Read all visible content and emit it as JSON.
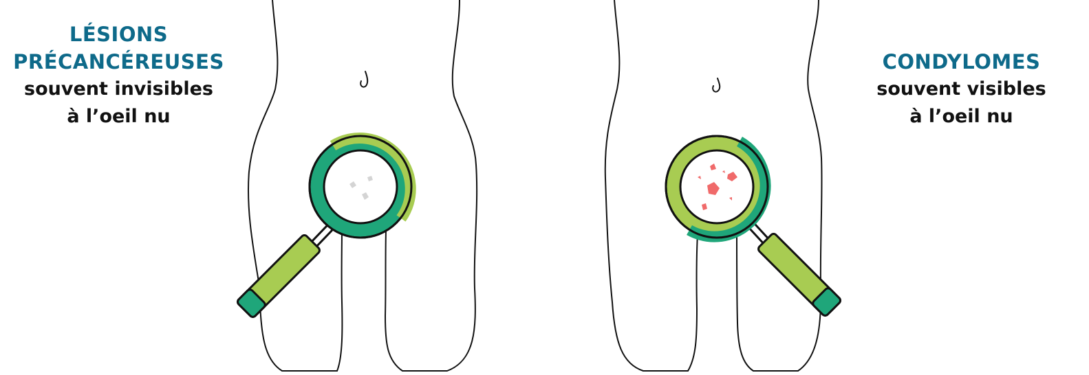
{
  "left": {
    "title": "LÉSIONS\nPRÉCANCÉREUSES",
    "subtitle": "souvent invisibles\nà l’oeil nu"
  },
  "right": {
    "title": "CONDYLOMES",
    "subtitle": "souvent visibles\nà l’oeil nu"
  },
  "colors": {
    "title_blue": "#0e6a8a",
    "lens_teal": "#1fa67a",
    "lens_lime": "#a8cc52",
    "lesion_gray": "#d4d4d4",
    "wart_red": "#f06a6a",
    "outline": "#111111"
  },
  "icons": [
    "magnifier-icon",
    "body-outline-icon",
    "navel-icon"
  ]
}
